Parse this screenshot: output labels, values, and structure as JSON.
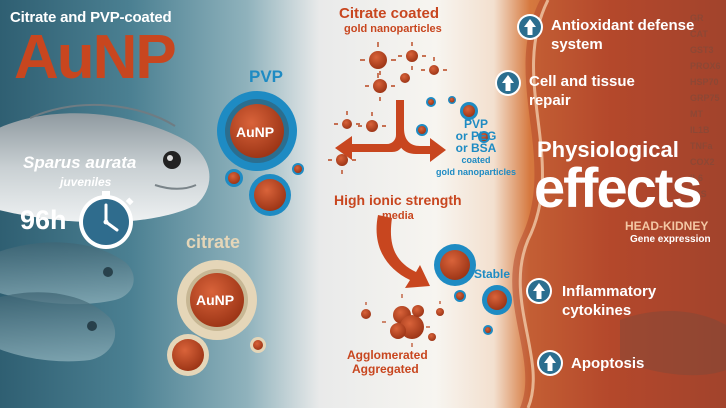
{
  "header": {
    "coating_title": "Citrate and PVP-coated",
    "main_title": "AuNP"
  },
  "fish": {
    "species": "Sparus aurata",
    "stage": "juveniles",
    "exposure_time": "96h"
  },
  "coatings": {
    "pvp_label": "PVP",
    "pvp_particle": "AuNP",
    "citrate_label": "citrate",
    "citrate_particle": "AuNP"
  },
  "center": {
    "citrate_coated_l1": "Citrate coated",
    "citrate_coated_l2": "gold nanoparticles",
    "coated_options_l1": "PVP",
    "coated_options_l2": "or PEG",
    "coated_options_l3": "or BSA",
    "coated_options_l4": "coated",
    "coated_options_l5": "gold nanoparticles",
    "ionic_l1": "High ionic strength",
    "ionic_l2": "media",
    "stable_label": "Stable",
    "aggregated_l1": "Agglomerated",
    "aggregated_l2": "Aggregated"
  },
  "effects": {
    "item1_l1": "Antioxidant defense",
    "item1_l2": "system",
    "item2_l1": "Cell and tissue",
    "item2_l2": "repair",
    "heading": "Physiological",
    "big": "effects",
    "tissue": "HEAD-KIDNEY",
    "analysis": "Gene expression",
    "item3_l1": "Inflammatory",
    "item3_l2": "cytokines",
    "item4": "Apoptosis"
  },
  "gene_list": [
    "GR",
    "CAT",
    "GST3",
    "PROX6",
    "HSP70",
    "GRP75",
    "MT",
    "IL1B",
    "TNFa",
    "COX2",
    "IL6",
    "LYS"
  ],
  "colors": {
    "nanoparticle": "#b8461f",
    "title_orange": "#c8461f",
    "accent_blue": "#1e8bc3",
    "citrate_ring": "#e5d6b8",
    "text_dark": "#2f4a57",
    "arrow_badge": "#2b6e8f"
  },
  "icons": [
    "clock-icon",
    "up-arrow-icon",
    "curved-arrow-icon"
  ]
}
